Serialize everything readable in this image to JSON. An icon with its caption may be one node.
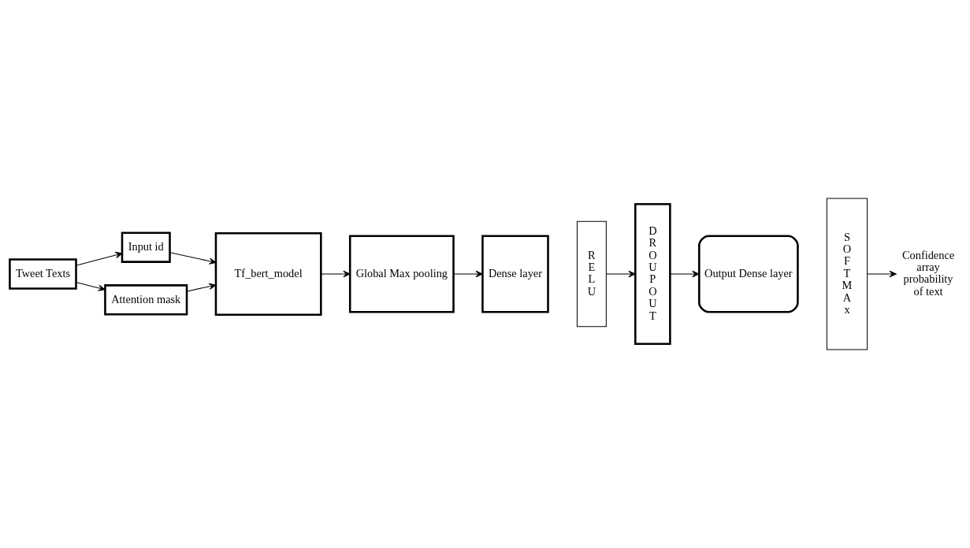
{
  "diagram": {
    "nodes": [
      {
        "text": [
          "Tweet Texts"
        ]
      },
      {
        "text": [
          "Input id"
        ]
      },
      {
        "text": [
          "Attention mask"
        ]
      },
      {
        "text": [
          "Tf_bert_model"
        ]
      },
      {
        "text": [
          "Global Max pooling"
        ]
      },
      {
        "text": [
          "Dense layer"
        ]
      },
      {
        "text": [
          "R E L U"
        ]
      },
      {
        "text": [
          "D R O U P O U T"
        ]
      },
      {
        "text": [
          "Output Dense layer"
        ]
      },
      {
        "text": [
          "S O F T M A x"
        ]
      },
      {
        "text": [
          "Confidence array probability of text"
        ]
      }
    ],
    "edges": [
      {
        "from": 0,
        "to": 1,
        "arrow": "to"
      },
      {
        "from": 0,
        "to": 2,
        "arrow": "to"
      },
      {
        "from": 1,
        "to": 3,
        "arrow": "to"
      },
      {
        "from": 2,
        "to": 3,
        "arrow": "to"
      },
      {
        "from": 3,
        "to": 4,
        "arrow": "to"
      },
      {
        "from": 4,
        "to": 5,
        "arrow": "to"
      },
      {
        "from": 6,
        "to": 7,
        "arrow": "to"
      },
      {
        "from": 7,
        "to": 8,
        "arrow": "to"
      },
      {
        "from": 9,
        "to": 10,
        "arrow": "to"
      }
    ]
  }
}
